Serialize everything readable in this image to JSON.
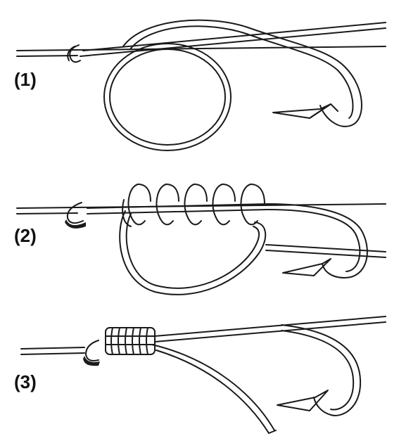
{
  "steps": [
    {
      "label": "(1)"
    },
    {
      "label": "(2)"
    },
    {
      "label": "(3)"
    }
  ]
}
